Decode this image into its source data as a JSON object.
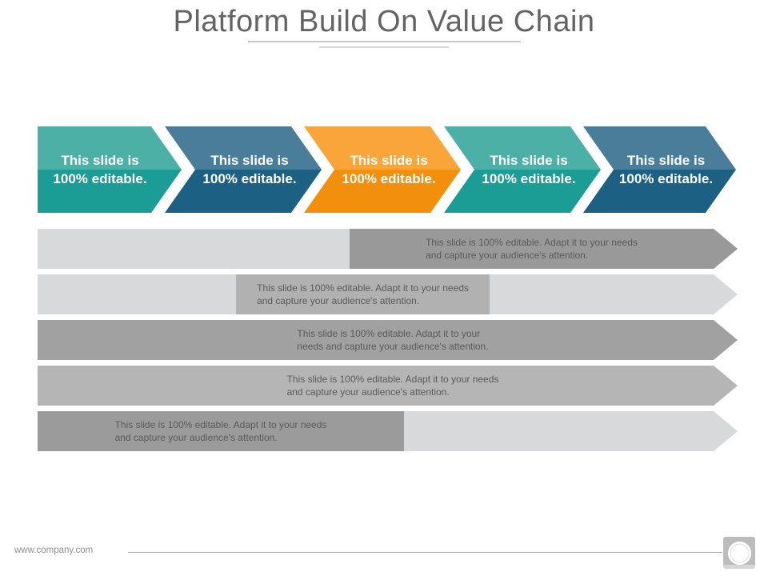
{
  "title": "Platform Build On Value Chain",
  "chevrons": [
    {
      "name": "step-1",
      "color_scheme": "teal",
      "line1": "This slide is",
      "line2": "100% editable."
    },
    {
      "name": "step-2",
      "color_scheme": "blue",
      "line1": "This slide is",
      "line2": "100% editable."
    },
    {
      "name": "step-3",
      "color_scheme": "orange",
      "line1": "This slide is",
      "line2": "100% editable."
    },
    {
      "name": "step-4",
      "color_scheme": "teal",
      "line1": "This slide is",
      "line2": "100% editable."
    },
    {
      "name": "step-5",
      "color_scheme": "blue",
      "line1": "This slide is",
      "line2": "100% editable."
    }
  ],
  "bars": [
    {
      "line1": "This slide is 100% editable. Adapt it to your needs",
      "line2": "and capture your audience's attention."
    },
    {
      "line1": "This slide is 100% editable. Adapt it to your needs",
      "line2": "and capture your audience's attention."
    },
    {
      "line1": "This slide is 100% editable. Adapt it to your",
      "line2": "needs and capture your audience's attention."
    },
    {
      "line1": "This slide is 100% editable. Adapt it to your needs",
      "line2": "and capture your audience's attention."
    },
    {
      "line1": "This slide is 100% editable. Adapt it to your needs",
      "line2": "and capture your audience's attention."
    }
  ],
  "footer": {
    "website": "www.company.com",
    "icon": "circle-in-square-icon"
  },
  "colors": {
    "title_text": "#646464",
    "teal_light": "#4db0a6",
    "teal_dark": "#1b9c94",
    "blue_light": "#4a7d99",
    "blue_dark": "#1c6183",
    "orange_light": "#f9a53a",
    "orange_dark": "#f28f0d",
    "bar_light_gray": "#d8d9db",
    "bar1_dark_segment": "#999999",
    "bar2_box": "#b1b1b1",
    "bar3_fill": "#a1a1a1",
    "bar4_fill": "#b5b5b5",
    "bar5_box": "#9b9b9b",
    "bar_text": "#5a5a5a"
  }
}
